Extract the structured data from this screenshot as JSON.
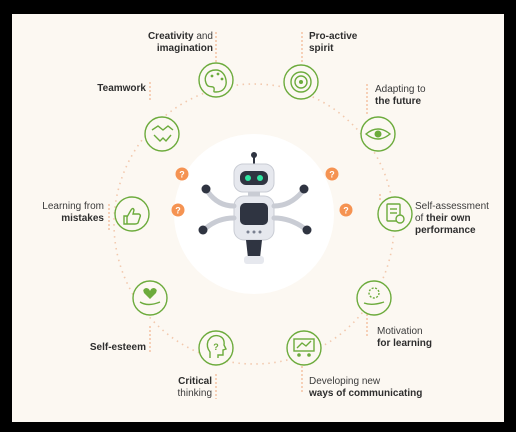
{
  "colors": {
    "background": "#fcf8f2",
    "frame": "#000000",
    "icon_green": "#6cab3c",
    "ring_dots": "#f2c9ae",
    "leader": "#f0a070",
    "robot_body": "#2f3441",
    "robot_light": "#e6e8ee",
    "robot_eyes": "#2ee6a2",
    "question_bubble": "#f59352",
    "center_disk": "#ffffff"
  },
  "skills": [
    {
      "id": "creativity",
      "icon": "palette-icon",
      "light": "Creativity",
      "bold": "",
      "light2": "and",
      "line2_bold": "imagination"
    },
    {
      "id": "proactive",
      "icon": "target-icon",
      "bold": "Pro-active",
      "line2_bold": "spirit"
    },
    {
      "id": "adapting",
      "icon": "eye-icon",
      "light": "Adapting to",
      "line2_bold": "the future"
    },
    {
      "id": "self-assessment",
      "icon": "document-check-icon",
      "light": "Self-assessment",
      "light2": "of",
      "line2_bold": "their own",
      "line3_bold": "performance"
    },
    {
      "id": "motivation",
      "icon": "gear-hand-icon",
      "light": "Motivation",
      "line2_bold": "for learning"
    },
    {
      "id": "communicating",
      "icon": "presentation-icon",
      "light": "Developing new",
      "line2_bold": "ways of communicating"
    },
    {
      "id": "critical",
      "icon": "head-question-icon",
      "bold": "Critical",
      "line2_light": "thinking"
    },
    {
      "id": "self-esteem",
      "icon": "heart-hand-icon",
      "bold": "Self-esteem"
    },
    {
      "id": "learning",
      "icon": "thumbs-up-icon",
      "light": "Learning from",
      "line2_bold": "mistakes"
    },
    {
      "id": "teamwork",
      "icon": "handshake-icon",
      "bold": "Teamwork"
    }
  ],
  "robot": {
    "icon": "robot-icon",
    "question_mark": "?"
  }
}
